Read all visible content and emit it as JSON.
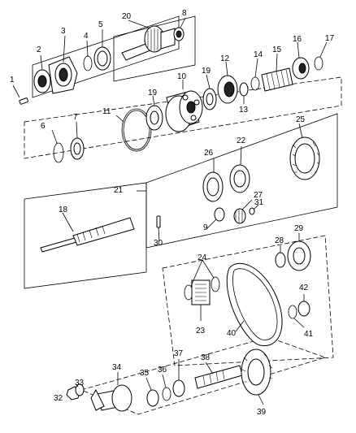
{
  "diagram": {
    "callouts": [
      "1",
      "2",
      "3",
      "4",
      "5",
      "6",
      "7",
      "8",
      "9",
      "10",
      "11",
      "12",
      "13",
      "14",
      "15",
      "16",
      "17",
      "18",
      "19",
      "19",
      "20",
      "21",
      "22",
      "23",
      "24",
      "25",
      "26",
      "27",
      "28",
      "29",
      "30",
      "31",
      "32",
      "33",
      "34",
      "35",
      "36",
      "37",
      "38",
      "39",
      "40",
      "41",
      "42"
    ]
  }
}
